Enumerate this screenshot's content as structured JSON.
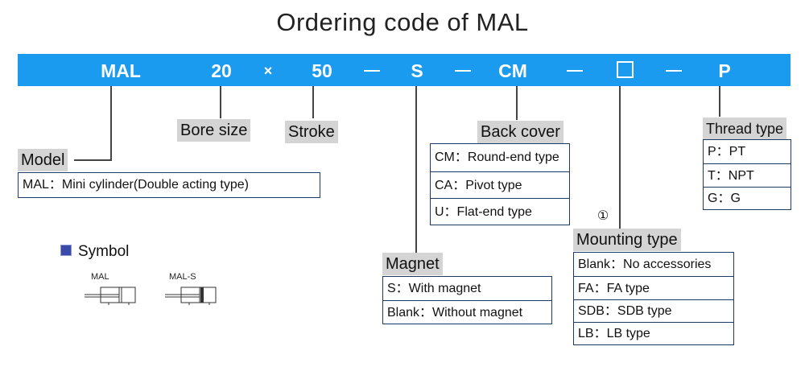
{
  "title": "Ordering code of MAL",
  "code_bar": {
    "model": "MAL",
    "bore": "20",
    "times": "×",
    "stroke": "50",
    "magnet": "S",
    "back_cover": "CM",
    "mounting": "",
    "thread": "P",
    "accent_color": "#1a9bef"
  },
  "model": {
    "label": "Model",
    "rows": [
      "MAL：Mini cylinder(Double acting type)"
    ]
  },
  "bore_size": {
    "label": "Bore size"
  },
  "stroke": {
    "label": "Stroke"
  },
  "back_cover": {
    "label": "Back cover",
    "rows": [
      "CM：Round-end type",
      "CA：Pivot type",
      "U：Flat-end type"
    ]
  },
  "magnet": {
    "label": "Magnet",
    "rows": [
      "S：With magnet",
      "Blank：Without magnet"
    ]
  },
  "mounting_type": {
    "label": "Mounting type",
    "note_marker": "①",
    "rows": [
      "Blank：No accessories",
      "FA：FA type",
      "SDB：SDB type",
      "LB：LB type"
    ]
  },
  "thread_type": {
    "label": "Thread type",
    "rows": [
      "P：PT",
      "T：NPT",
      "G：G"
    ]
  },
  "symbol": {
    "heading": "Symbol",
    "items": [
      "MAL",
      "MAL-S"
    ]
  }
}
